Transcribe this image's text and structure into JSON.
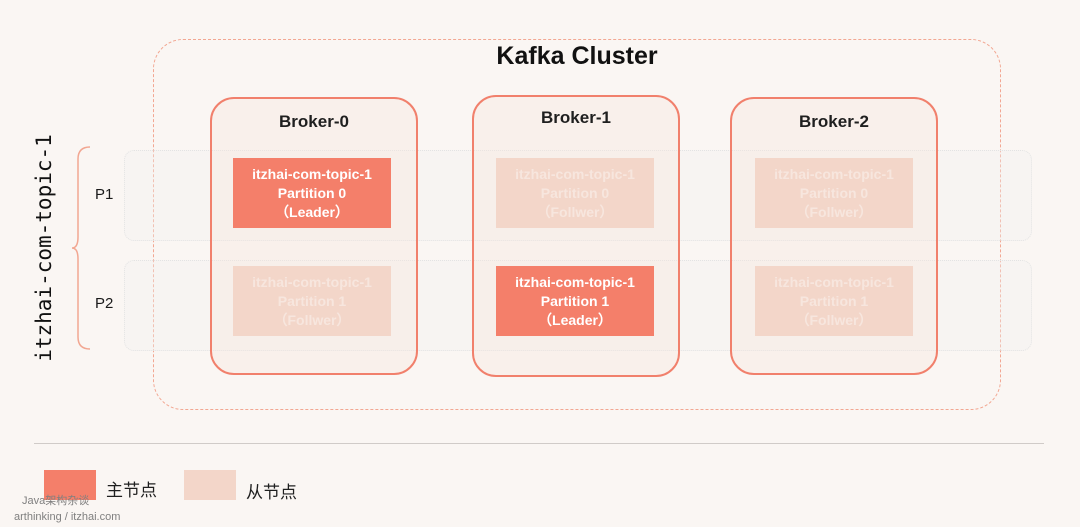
{
  "cluster": {
    "title": "Kafka Cluster"
  },
  "topic_label": "itzhai-com-topic-1",
  "partition_labels": [
    "P1",
    "P2"
  ],
  "brokers": [
    {
      "name": "Broker-0",
      "partitions": [
        {
          "topic": "itzhai-com-topic-1",
          "partition": "Partition 0",
          "role": "（Leader）",
          "type": "leader"
        },
        {
          "topic": "itzhai-com-topic-1",
          "partition": "Partition 1",
          "role": "（Follwer）",
          "type": "follower"
        }
      ]
    },
    {
      "name": "Broker-1",
      "partitions": [
        {
          "topic": "itzhai-com-topic-1",
          "partition": "Partition 0",
          "role": "（Follwer）",
          "type": "follower"
        },
        {
          "topic": "itzhai-com-topic-1",
          "partition": "Partition 1",
          "role": "（Leader）",
          "type": "leader"
        }
      ]
    },
    {
      "name": "Broker-2",
      "partitions": [
        {
          "topic": "itzhai-com-topic-1",
          "partition": "Partition 0",
          "role": "（Follwer）",
          "type": "follower"
        },
        {
          "topic": "itzhai-com-topic-1",
          "partition": "Partition 1",
          "role": "（Follwer）",
          "type": "follower"
        }
      ]
    }
  ],
  "legend": {
    "leader_label": "主节点",
    "follower_label": "从节点",
    "leader_color": "#f47f6a",
    "follower_color": "#f3d6c9"
  },
  "watermark": {
    "line1": "Java架构杂谈",
    "line2": "arthinking / itzhai.com"
  }
}
